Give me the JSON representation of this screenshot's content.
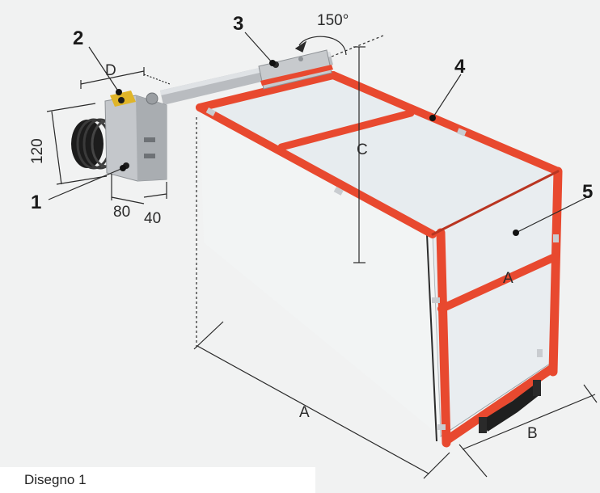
{
  "caption": "Disegno 1",
  "callouts": {
    "c1": "1",
    "c2": "2",
    "c3": "3",
    "c4": "4",
    "c5": "5"
  },
  "dimensions": {
    "angle": "150°",
    "d": "D",
    "height": "120",
    "width_a": "80",
    "width_b": "40",
    "c": "C",
    "a_front": "A",
    "a_bottom": "A",
    "b": "B"
  },
  "colors": {
    "frame": "#e8492f",
    "frame_dark": "#b93521",
    "metal": "#b9bcc0",
    "bracket_accent": "#e0b528",
    "coil": "#1c1c1c",
    "panel": "#e6ebee",
    "handle": "#1f1f1f"
  },
  "icons": [
    "coil-spring-icon",
    "mounting-bracket-icon",
    "rod-hinge-icon",
    "handle-icon"
  ]
}
